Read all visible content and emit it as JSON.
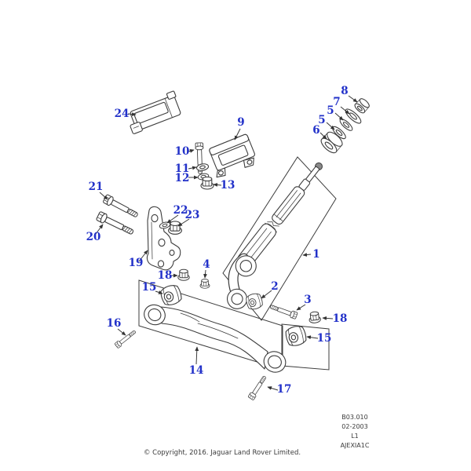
{
  "diagram": {
    "callouts": [
      {
        "id": "1",
        "label": "1"
      },
      {
        "id": "2",
        "label": "2"
      },
      {
        "id": "3",
        "label": "3"
      },
      {
        "id": "4",
        "label": "4"
      },
      {
        "id": "5a",
        "label": "5"
      },
      {
        "id": "5b",
        "label": "5"
      },
      {
        "id": "6",
        "label": "6"
      },
      {
        "id": "7",
        "label": "7"
      },
      {
        "id": "8",
        "label": "8"
      },
      {
        "id": "9",
        "label": "9"
      },
      {
        "id": "10",
        "label": "10"
      },
      {
        "id": "11",
        "label": "11"
      },
      {
        "id": "12",
        "label": "12"
      },
      {
        "id": "13",
        "label": "13"
      },
      {
        "id": "14",
        "label": "14"
      },
      {
        "id": "15-left",
        "label": "15"
      },
      {
        "id": "15-right",
        "label": "15"
      },
      {
        "id": "16",
        "label": "16"
      },
      {
        "id": "17",
        "label": "17"
      },
      {
        "id": "18-left",
        "label": "18"
      },
      {
        "id": "18-right",
        "label": "18"
      },
      {
        "id": "19",
        "label": "19"
      },
      {
        "id": "20",
        "label": "20"
      },
      {
        "id": "21",
        "label": "21"
      },
      {
        "id": "22",
        "label": "22"
      },
      {
        "id": "23",
        "label": "23"
      },
      {
        "id": "24",
        "label": "24"
      }
    ],
    "footer": {
      "drawing_code": "B03.010",
      "date_code": "02-2003",
      "sheet_code": "L1",
      "ref_code": "AJEXIA1C"
    },
    "copyright": "© Copyright, 2016. Jaguar Land Rover Limited.",
    "colors": {
      "callout_blue": "#2231c9",
      "line_dark": "#3d3d3d",
      "background": "#ffffff"
    }
  }
}
